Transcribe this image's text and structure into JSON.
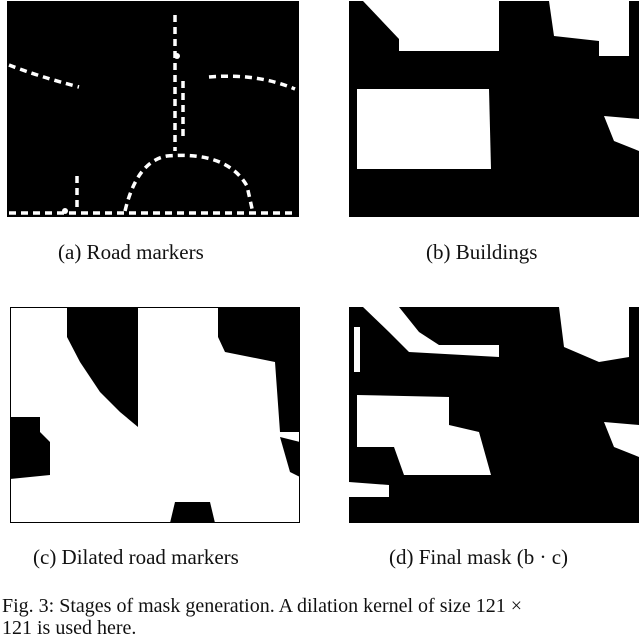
{
  "panels": [
    {
      "id": "a",
      "caption": "(a) Road markers"
    },
    {
      "id": "b",
      "caption": "(b) Buildings"
    },
    {
      "id": "c",
      "caption": "(c) Dilated road markers"
    },
    {
      "id": "d",
      "caption": "(d) Final mask (b · c)"
    }
  ],
  "figure_caption": {
    "line1": "Fig. 3: Stages of mask generation. A dilation kernel of size 121 ×",
    "line2": "121 is used here."
  },
  "colors": {
    "mask_on": "#ffffff",
    "mask_off": "#000000"
  }
}
